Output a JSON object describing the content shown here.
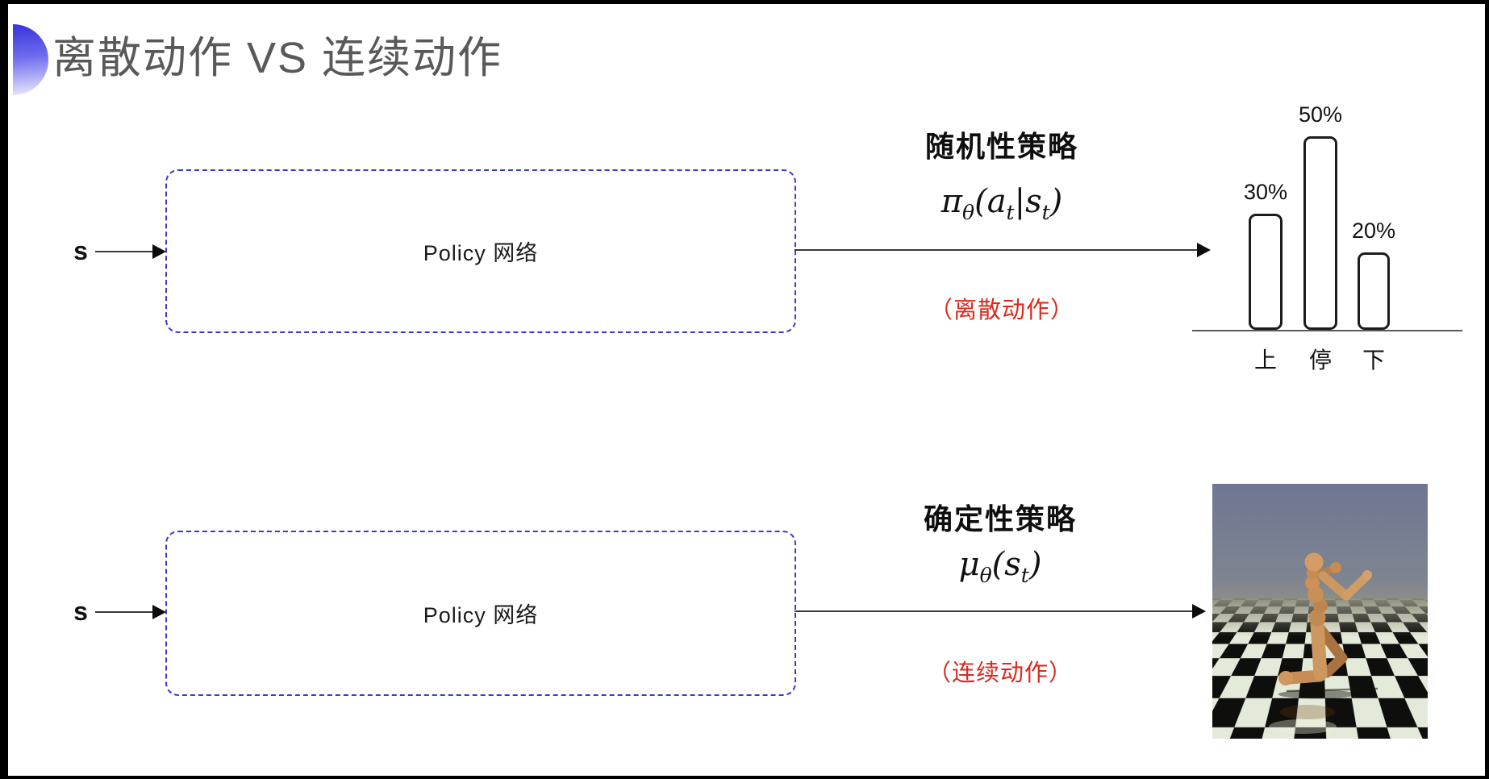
{
  "slide": {
    "title": "离散动作 VS 连续动作"
  },
  "sections": {
    "stochastic": {
      "input_label": "s",
      "box_label": "Policy 网络",
      "policy_name": "随机性策略",
      "formula": {
        "sym": "π",
        "sym_sub": "θ",
        "open": "(",
        "arg1": "a",
        "arg1_sub": "t",
        "sep": "|",
        "arg2": "s",
        "arg2_sub": "t",
        "close": ")"
      },
      "action_note": "（离散动作）"
    },
    "deterministic": {
      "input_label": "s",
      "box_label": "Policy 网络",
      "policy_name": "确定性策略",
      "formula": {
        "sym": "μ",
        "sym_sub": "θ",
        "open": "(",
        "arg1": "s",
        "arg1_sub": "t",
        "close": ")"
      },
      "action_note": "（连续动作）"
    }
  },
  "chart_data": {
    "type": "bar",
    "categories": [
      "上",
      "停",
      "下"
    ],
    "values": [
      30,
      50,
      20
    ],
    "value_labels": [
      "30%",
      "50%",
      "20%"
    ],
    "title": "",
    "xlabel": "",
    "ylabel": "",
    "ylim": [
      0,
      55
    ],
    "grid": false,
    "legend": false,
    "bar_fill": "#ffffff",
    "bar_border": "#1c1c1c"
  },
  "images": {
    "humanoid_sim": "mujoco-humanoid-running-on-checkerboard-floor"
  },
  "colors": {
    "accent_red": "#da2a1f",
    "box_border_blue": "#3939cf",
    "title_gray": "#595959",
    "ball_blue": "#3b3ade"
  }
}
